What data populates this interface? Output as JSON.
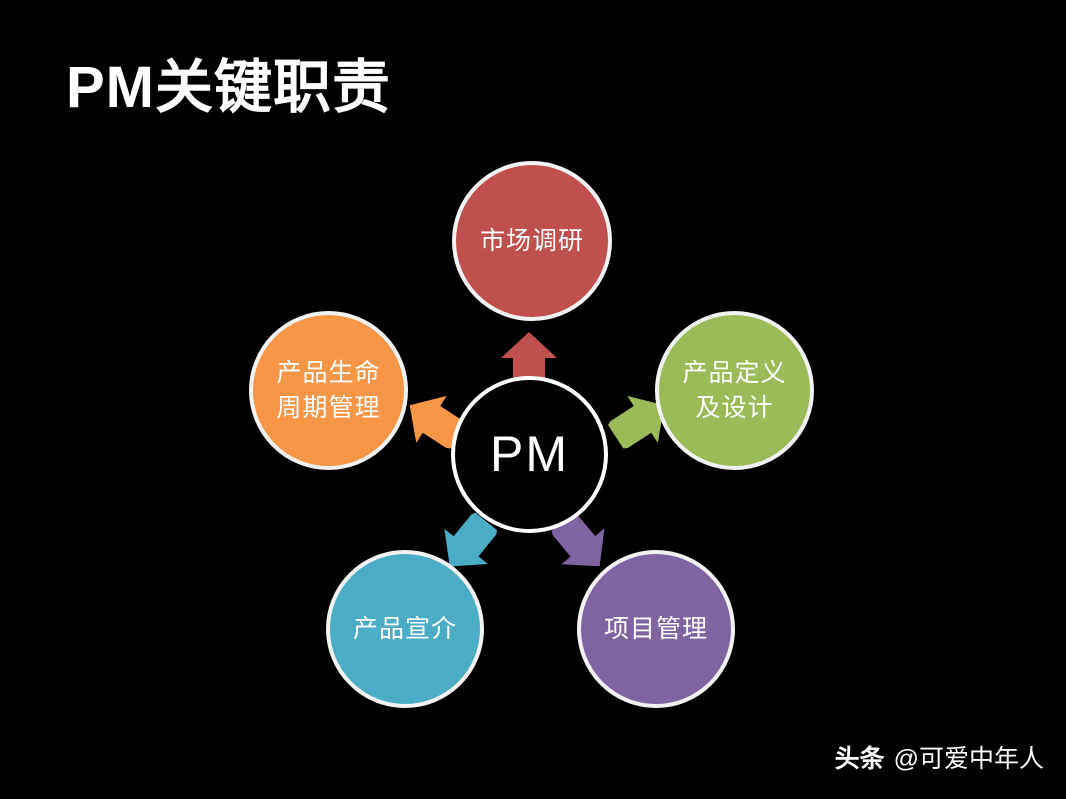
{
  "slide": {
    "background_color": "#000000",
    "title": "PM关键职责"
  },
  "diagram": {
    "type": "hub-and-spoke",
    "center": {
      "label": "PM",
      "fill_color": "#000000",
      "border_color": "#ffffff",
      "text_color": "#ffffff"
    },
    "nodes": [
      {
        "id": "market-research",
        "label": "市场调研",
        "position": "top",
        "fill_color": "#c0504d",
        "border_color": "#f2f2f2",
        "text_color": "#ffffff",
        "arrow_color": "#c0504d",
        "arrow_direction": "up"
      },
      {
        "id": "product-definition",
        "label": "产品定义\n及设计",
        "position": "right",
        "fill_color": "#9bbb59",
        "border_color": "#f2f2f2",
        "text_color": "#ffffff",
        "arrow_color": "#9bbb59",
        "arrow_direction": "upper-right"
      },
      {
        "id": "project-management",
        "label": "项目管理",
        "position": "bottom-right",
        "fill_color": "#8064a2",
        "border_color": "#f2f2f2",
        "text_color": "#ffffff",
        "arrow_color": "#8064a2",
        "arrow_direction": "lower-right"
      },
      {
        "id": "product-promotion",
        "label": "产品宣介",
        "position": "bottom-left",
        "fill_color": "#4bacc6",
        "border_color": "#f2f2f2",
        "text_color": "#ffffff",
        "arrow_color": "#4bacc6",
        "arrow_direction": "lower-left"
      },
      {
        "id": "lifecycle",
        "label": "产品生命\n周期管理",
        "position": "left",
        "fill_color": "#f79646",
        "border_color": "#f2f2f2",
        "text_color": "#ffffff",
        "arrow_color": "#f79646",
        "arrow_direction": "upper-left"
      }
    ]
  },
  "watermark": {
    "brand": "头条",
    "handle": "@可爱中年人"
  }
}
